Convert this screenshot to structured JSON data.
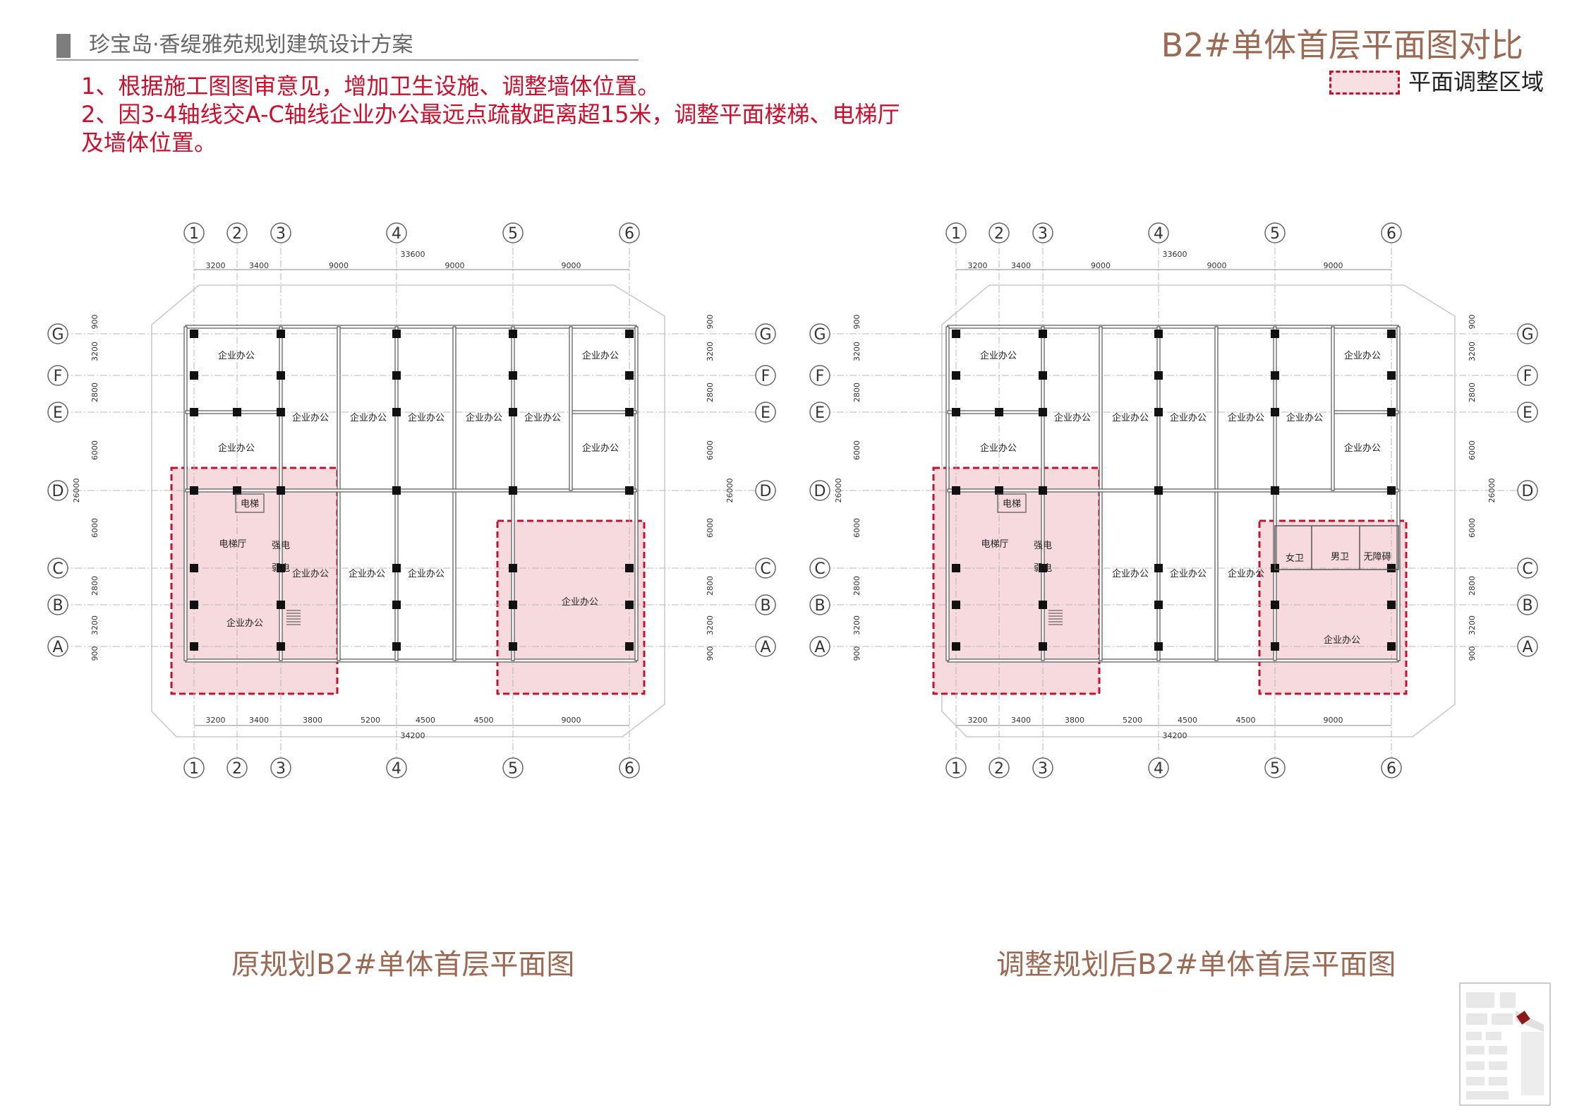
{
  "header": {
    "project": "珍宝岛·香缇雅苑规划建筑设计方案",
    "title": "B2#单体首层平面图对比",
    "legend_label": "平面调整区域"
  },
  "notes": [
    "1、根据施工图图审意见，增加卫生设施、调整墙体位置。",
    "2、因3-4轴线交A-C轴线企业办公最远点疏散距离超15米，调整平面楼梯、电梯厅",
    "及墙体位置。"
  ],
  "colors": {
    "accent_red": "#c8102e",
    "caption_brown": "#9a6a55",
    "highlight_fill": "#f7dfe2"
  },
  "plans": {
    "grid_axes_x": [
      "1",
      "2",
      "3",
      "4",
      "5",
      "6"
    ],
    "grid_axes_y": [
      "G",
      "F",
      "E",
      "D",
      "C",
      "B",
      "A"
    ],
    "dims_top_total": "33600",
    "dims_top": [
      "3200",
      "3400",
      "9000",
      "9000",
      "9000"
    ],
    "dims_bottom_total": "34200",
    "dims_bottom": [
      "3200",
      "3400",
      "3800",
      "5200",
      "4500",
      "4500",
      "9000"
    ],
    "dims_side_total": "26000",
    "dims_side": [
      "900",
      "3200",
      "2800",
      "6000",
      "6000",
      "2800",
      "3200",
      "900"
    ],
    "original": {
      "caption": "原规划B2#单体首层平面图",
      "rooms": [
        "企业办公",
        "企业办公",
        "企业办公",
        "企业办公",
        "企业办公",
        "企业办公",
        "企业办公",
        "企业办公",
        "企业办公",
        "企业办公",
        "企业办公",
        "企业办公",
        "企业办公",
        "企业办公"
      ],
      "service": {
        "elevator": "电梯",
        "elevator_hall": "电梯厅",
        "strong": "强电",
        "weak": "弱电"
      }
    },
    "adjusted": {
      "caption": "调整规划后B2#单体首层平面图",
      "rooms": [
        "企业办公",
        "企业办公",
        "企业办公",
        "企业办公",
        "企业办公",
        "企业办公",
        "企业办公",
        "企业办公",
        "企业办公",
        "企业办公",
        "企业办公",
        "企业办公",
        "企业办公"
      ],
      "service": {
        "elevator": "电梯",
        "elevator_hall": "电梯厅",
        "strong": "强电",
        "weak": "弱电",
        "women": "女卫",
        "men": "男卫",
        "accessible": "无障碍"
      }
    }
  }
}
